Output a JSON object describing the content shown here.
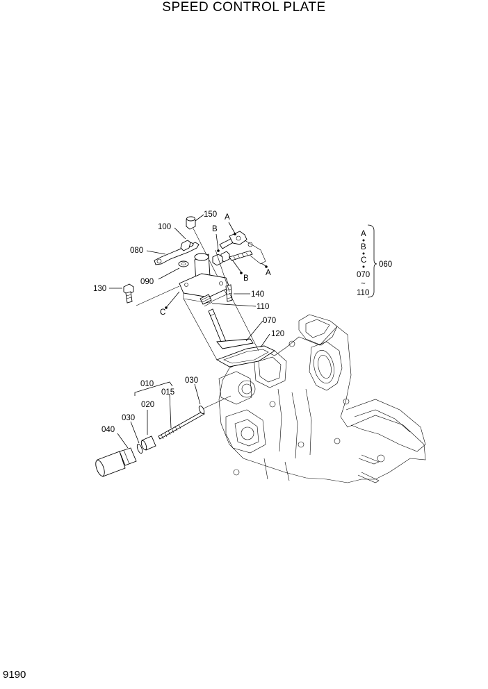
{
  "title": "SPEED CONTROL PLATE",
  "page_number": "9190",
  "labels": {
    "p150": "150",
    "p100": "100",
    "p080": "080",
    "p090": "090",
    "p130": "130",
    "p140": "140",
    "p110": "110",
    "p070": "070",
    "p120": "120",
    "p010": "010",
    "p015": "015",
    "p020": "020",
    "p030a": "030",
    "p030b": "030",
    "p040": "040",
    "refA1": "A",
    "refA2": "A",
    "refB1": "B",
    "refB2": "B",
    "refC": "C"
  },
  "kit": {
    "a": "A",
    "b": "B",
    "c": "C",
    "from": "070",
    "tilde": "~",
    "to": "110",
    "part": "060"
  }
}
